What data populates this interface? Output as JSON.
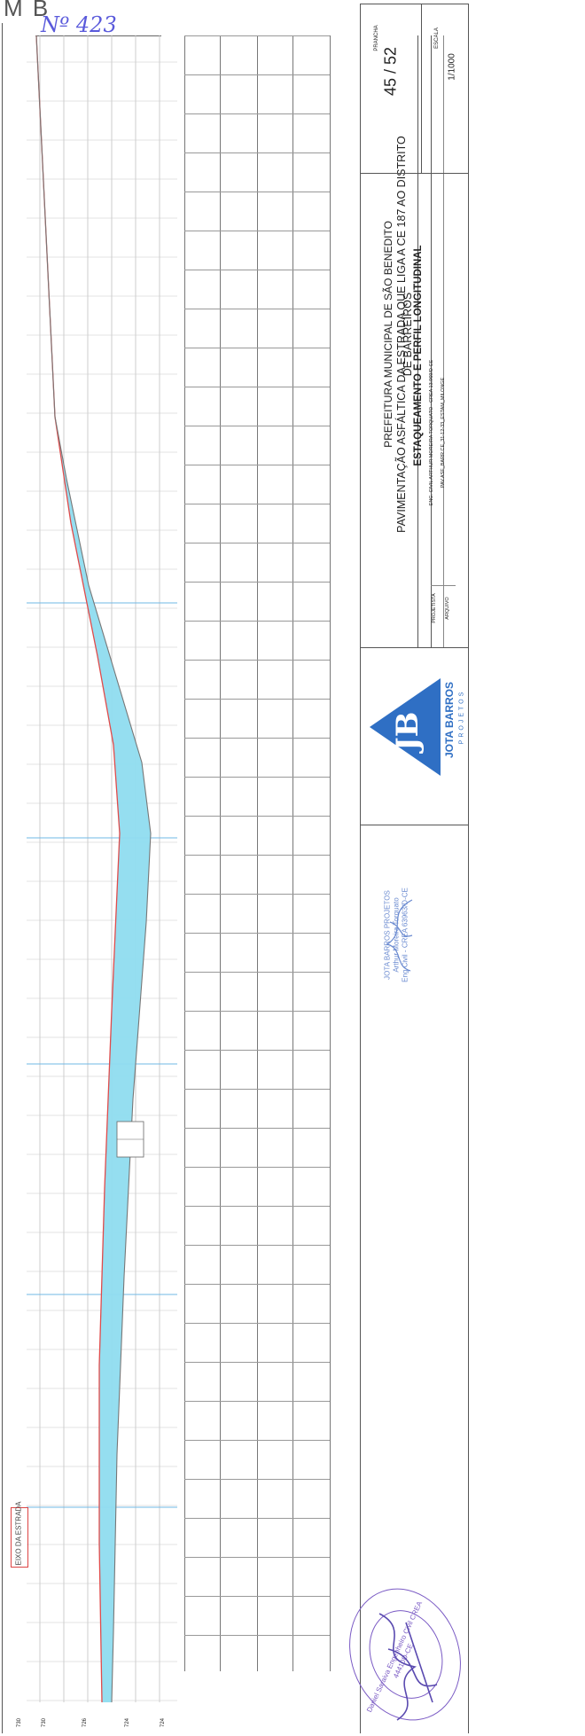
{
  "sheet_number": "Nº 423",
  "header_marks": "M    B",
  "legend": {
    "label": "EIXO DA ESTRADA"
  },
  "y_axis_ticks": [
    "730",
    "730",
    "726",
    "724",
    "724"
  ],
  "title_block": {
    "prefeitura": "PREFEITURA MUNICIPAL DE SÃO BENEDITO",
    "obra_line1": "PAVIMENTAÇÃO ASFÁLTICA DA ESTRADA QUE LIGA A CE 187 AO DISTRITO",
    "obra_line2": "DE BARREIROS",
    "drawing_title": "ESTAQUEAMENTO E PERFIL LONGITUDINAL",
    "projetista_label": "PROJETISTA",
    "projetista_value": "ENG. CIVIL ARTHUR MOREIRA TORQUATO - CREA 13.969/D-CE",
    "arquivo_label": "ARQUIVO",
    "arquivo_value": "PAV.ASF_BARR.CE_31-12-33_ESTAM_MILONGE",
    "prancha_label": "PRANCHA",
    "prancha_value": "45 / 52",
    "escala_label": "ESCALA",
    "escala_value": "1/1000"
  },
  "logo": {
    "letters": "JB",
    "company": "JOTA BARROS",
    "subtitle": "PROJETOS"
  },
  "stamp": {
    "line1": "JOTA BARROS PROJETOS",
    "line2": "Arthur Moreira Torquato",
    "line3": "Eng Civil - CREA 63963/D-CE"
  },
  "seal": {
    "text": "Daniel Saraiva Engenheiro Civil CREA 44410D-CE"
  },
  "colors": {
    "fill": "#8fdcef",
    "terrain": "#e04b4b",
    "grade": "#777777",
    "grid_blue": "#6fb8e6",
    "logo_blue": "#2f6fc4"
  }
}
